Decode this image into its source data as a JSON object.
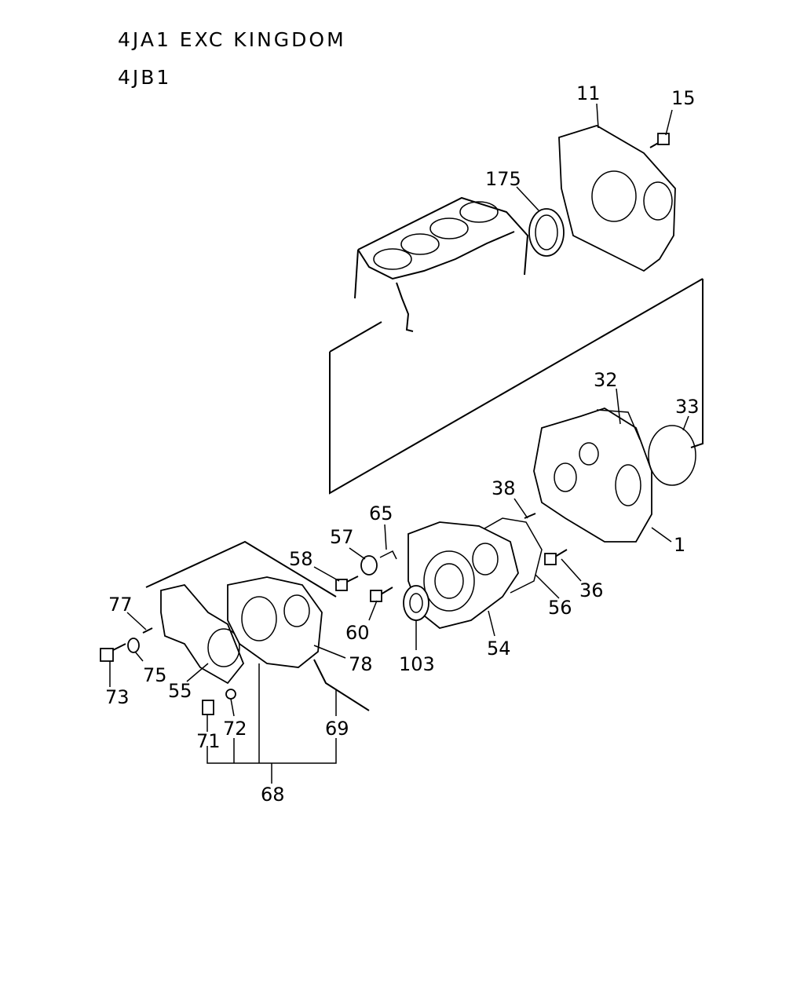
{
  "header": {
    "model_line_1": "4JA1 EXC KINGDOM",
    "model_line_2": "4JB1"
  },
  "callouts": [
    "11",
    "15",
    "175",
    "32",
    "33",
    "38",
    "1",
    "65",
    "57",
    "58",
    "36",
    "56",
    "77",
    "60",
    "54",
    "75",
    "78",
    "103",
    "73",
    "55",
    "72",
    "69",
    "71",
    "68"
  ]
}
